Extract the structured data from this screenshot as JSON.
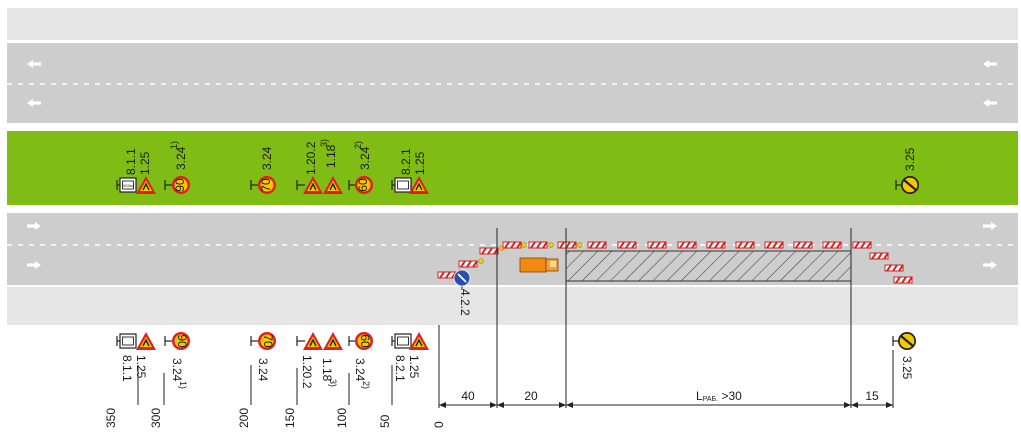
{
  "colors": {
    "road": "#cdcdcd",
    "shoulder": "#e6e6e6",
    "median": "#7fbc14",
    "line": "#ffffff",
    "work_zone_hatch": "#333333",
    "barrier_red": "#d42020",
    "sign_red": "#e02020",
    "sign_yellow": "#f5c800",
    "arrow_blue": "#2a4fb0",
    "truck_orange": "#f08a14"
  },
  "icons": {
    "lane_arrow": "arrow-icon",
    "speed_limit": "speed-limit-sign-icon",
    "warning": "warning-triangle-icon",
    "end_restriction": "end-of-restrictions-sign-icon",
    "keep_right": "keep-right-sign-icon",
    "barrier": "road-barrier-icon",
    "truck": "truck-icon"
  },
  "top_signs": {
    "sign_8_1_1": "8.1.1",
    "sign_1_25": "1.25",
    "sign_3_24_1": "3.24",
    "sign_3_24_1_sup": "1)",
    "sign_3_24": "3.24",
    "sign_1_20_2": "1.20.2",
    "sign_1_18_3": "1.18",
    "sign_1_18_3_sup": "3)",
    "sign_3_24_2": "3.24",
    "sign_3_24_2_sup": "2)",
    "sign_8_2_1": "8.2.1",
    "sign_1_25b": "1.25",
    "sign_3_25": "3.25"
  },
  "bottom_signs": {
    "sign_1_25": "1.25",
    "sign_8_1_1": "8.1.1",
    "sign_3_24_1": "3.24",
    "sign_3_24_1_sup": "1)",
    "sign_3_24": "3.24",
    "sign_1_20_2": "1.20.2",
    "sign_1_18_3": "1.18",
    "sign_1_18_3_sup": "3)",
    "sign_3_24_2": "3.24",
    "sign_3_24_2_sup": "2)",
    "sign_1_25b": "1.25",
    "sign_8_2_1": "8.2.1",
    "sign_3_25": "3.25"
  },
  "speed_values": {
    "s90": "90",
    "s70": "70",
    "s60": "60"
  },
  "plate_text": "500м",
  "keep_right_sign": "4.2.2",
  "distances": {
    "d350": "350",
    "d300": "300",
    "d200": "200",
    "d150": "150",
    "d100": "100",
    "d50": "50",
    "d0": "0"
  },
  "dimensions": {
    "seg40": "40",
    "seg20": "20",
    "seg_work_prefix": "L",
    "seg_work_sub": "РАБ.",
    "seg_work_suffix": " >30",
    "seg15": "15"
  }
}
